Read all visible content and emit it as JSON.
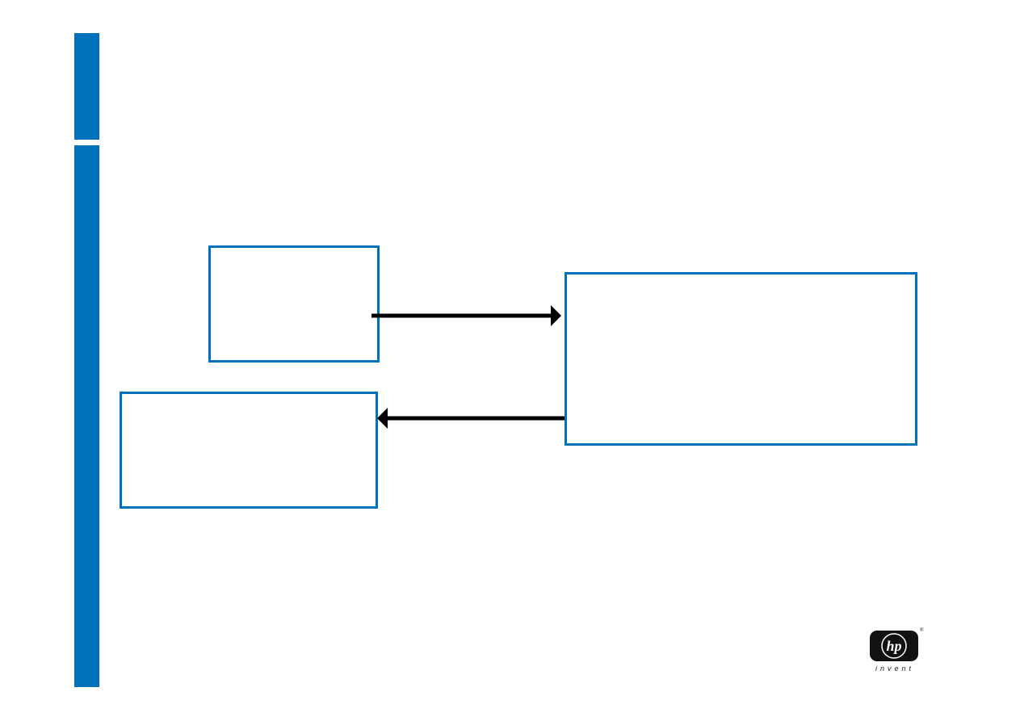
{
  "colors": {
    "accent": "#0072BC",
    "arrow": "#000000",
    "logo": "#111111"
  },
  "boxes": [
    {
      "id": "box-a",
      "label": ""
    },
    {
      "id": "box-b",
      "label": ""
    },
    {
      "id": "box-c",
      "label": ""
    }
  ],
  "logo": {
    "brand": "hp",
    "registered": "®",
    "tagline": "invent"
  }
}
